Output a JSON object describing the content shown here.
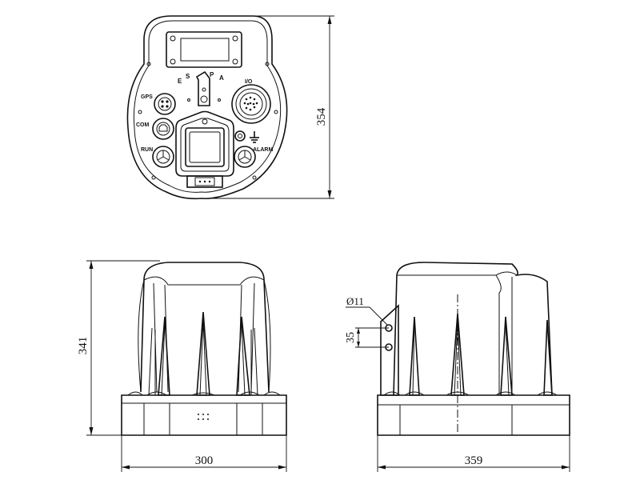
{
  "top_view": {
    "labels": {
      "gps": "GPS",
      "com": "COM",
      "run": "RUN",
      "alarm": "ALARM",
      "io": "I/O",
      "chars": [
        "E",
        "S",
        "P",
        "A"
      ]
    },
    "dim_height": "354"
  },
  "front_view": {
    "dim_width": "300",
    "dim_height": "341"
  },
  "side_view": {
    "dim_width": "359",
    "dim_hole": "Ø11",
    "dim_spacing": "35"
  }
}
